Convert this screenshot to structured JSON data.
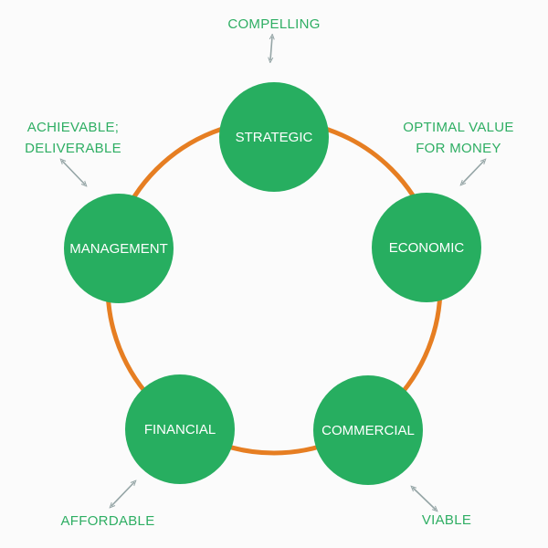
{
  "colors": {
    "background": "#fbfbfb",
    "ring": "#e67e22",
    "node_fill": "#27ae60",
    "node_text": "#ffffff",
    "annotation_text": "#2eae63",
    "arrow": "#95a5a6"
  },
  "diagram": {
    "title": "",
    "nodes": [
      {
        "id": "strategic",
        "label": "STRATEGIC",
        "annotation": [
          "COMPELLING"
        ]
      },
      {
        "id": "economic",
        "label": "ECONOMIC",
        "annotation": [
          "OPTIMAL VALUE",
          "FOR MONEY"
        ]
      },
      {
        "id": "commercial",
        "label": "COMMERCIAL",
        "annotation": [
          "VIABLE"
        ]
      },
      {
        "id": "financial",
        "label": "FINANCIAL",
        "annotation": [
          "AFFORDABLE"
        ]
      },
      {
        "id": "management",
        "label": "MANAGEMENT",
        "annotation": [
          "ACHIEVABLE;",
          "DELIVERABLE"
        ]
      }
    ],
    "connector": "ring",
    "annotation_links": "double-headed-arrow"
  }
}
